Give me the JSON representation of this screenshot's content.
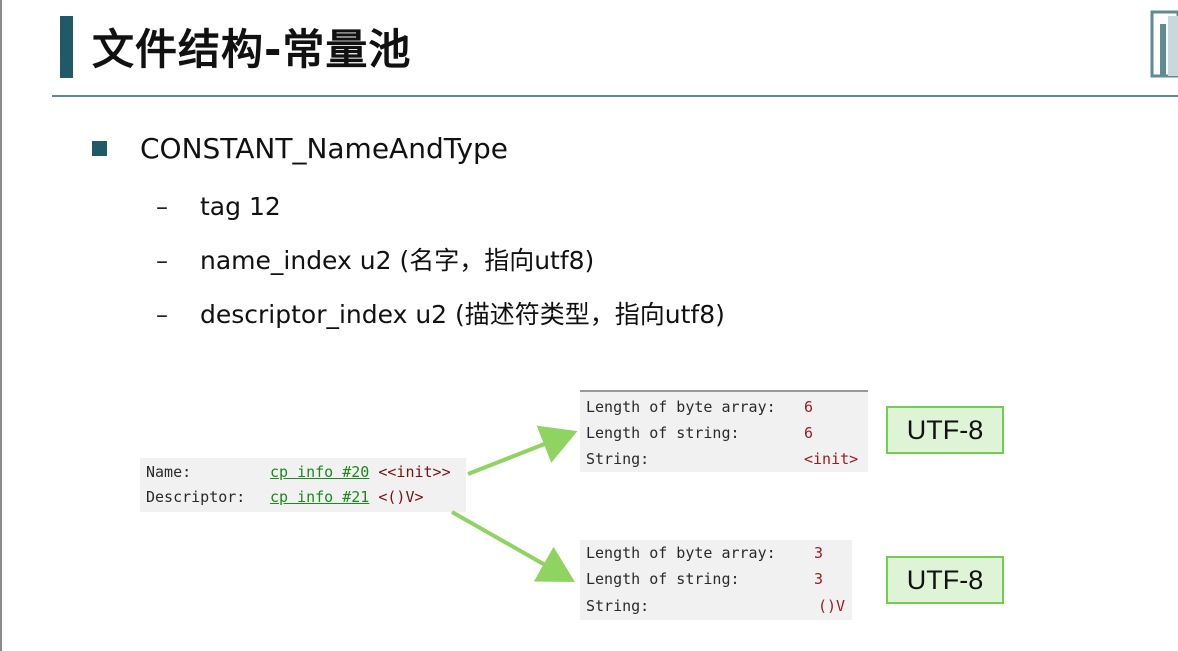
{
  "slide": {
    "title": "文件结构-常量池",
    "bullet": "CONSTANT_NameAndType",
    "sub_items": [
      {
        "dash": "–",
        "text": "tag 12"
      },
      {
        "dash": "–",
        "text": "name_index u2 (名字，指向utf8)"
      },
      {
        "dash": "–",
        "text": "descriptor_index u2 (描述符类型，指向utf8)"
      }
    ]
  },
  "name_panel": {
    "name_label": "Name:",
    "name_link": "cp info #20",
    "name_value": "<<init>>",
    "descriptor_label": "Descriptor:",
    "descriptor_link": "cp info #21",
    "descriptor_value": "<()V>"
  },
  "utf8_panel_1": {
    "rows": [
      {
        "label": "Length of byte array:",
        "value": "6"
      },
      {
        "label": "Length of string:",
        "value": "6"
      },
      {
        "label": "String:",
        "value": "<init>"
      }
    ]
  },
  "utf8_panel_2": {
    "rows": [
      {
        "label": "Length of byte array:",
        "value": "3"
      },
      {
        "label": "Length of string:",
        "value": "3"
      },
      {
        "label": "String:",
        "value": "()V"
      }
    ]
  },
  "tags": {
    "utf8_1": "UTF-8",
    "utf8_2": "UTF-8"
  },
  "colors": {
    "accent": "#1f5a66",
    "arrow": "#8fd460",
    "link": "#1a8a1a",
    "value": "#9b1b1b",
    "tag_fill": "#dff3d6",
    "tag_border": "#6fcf4f"
  }
}
